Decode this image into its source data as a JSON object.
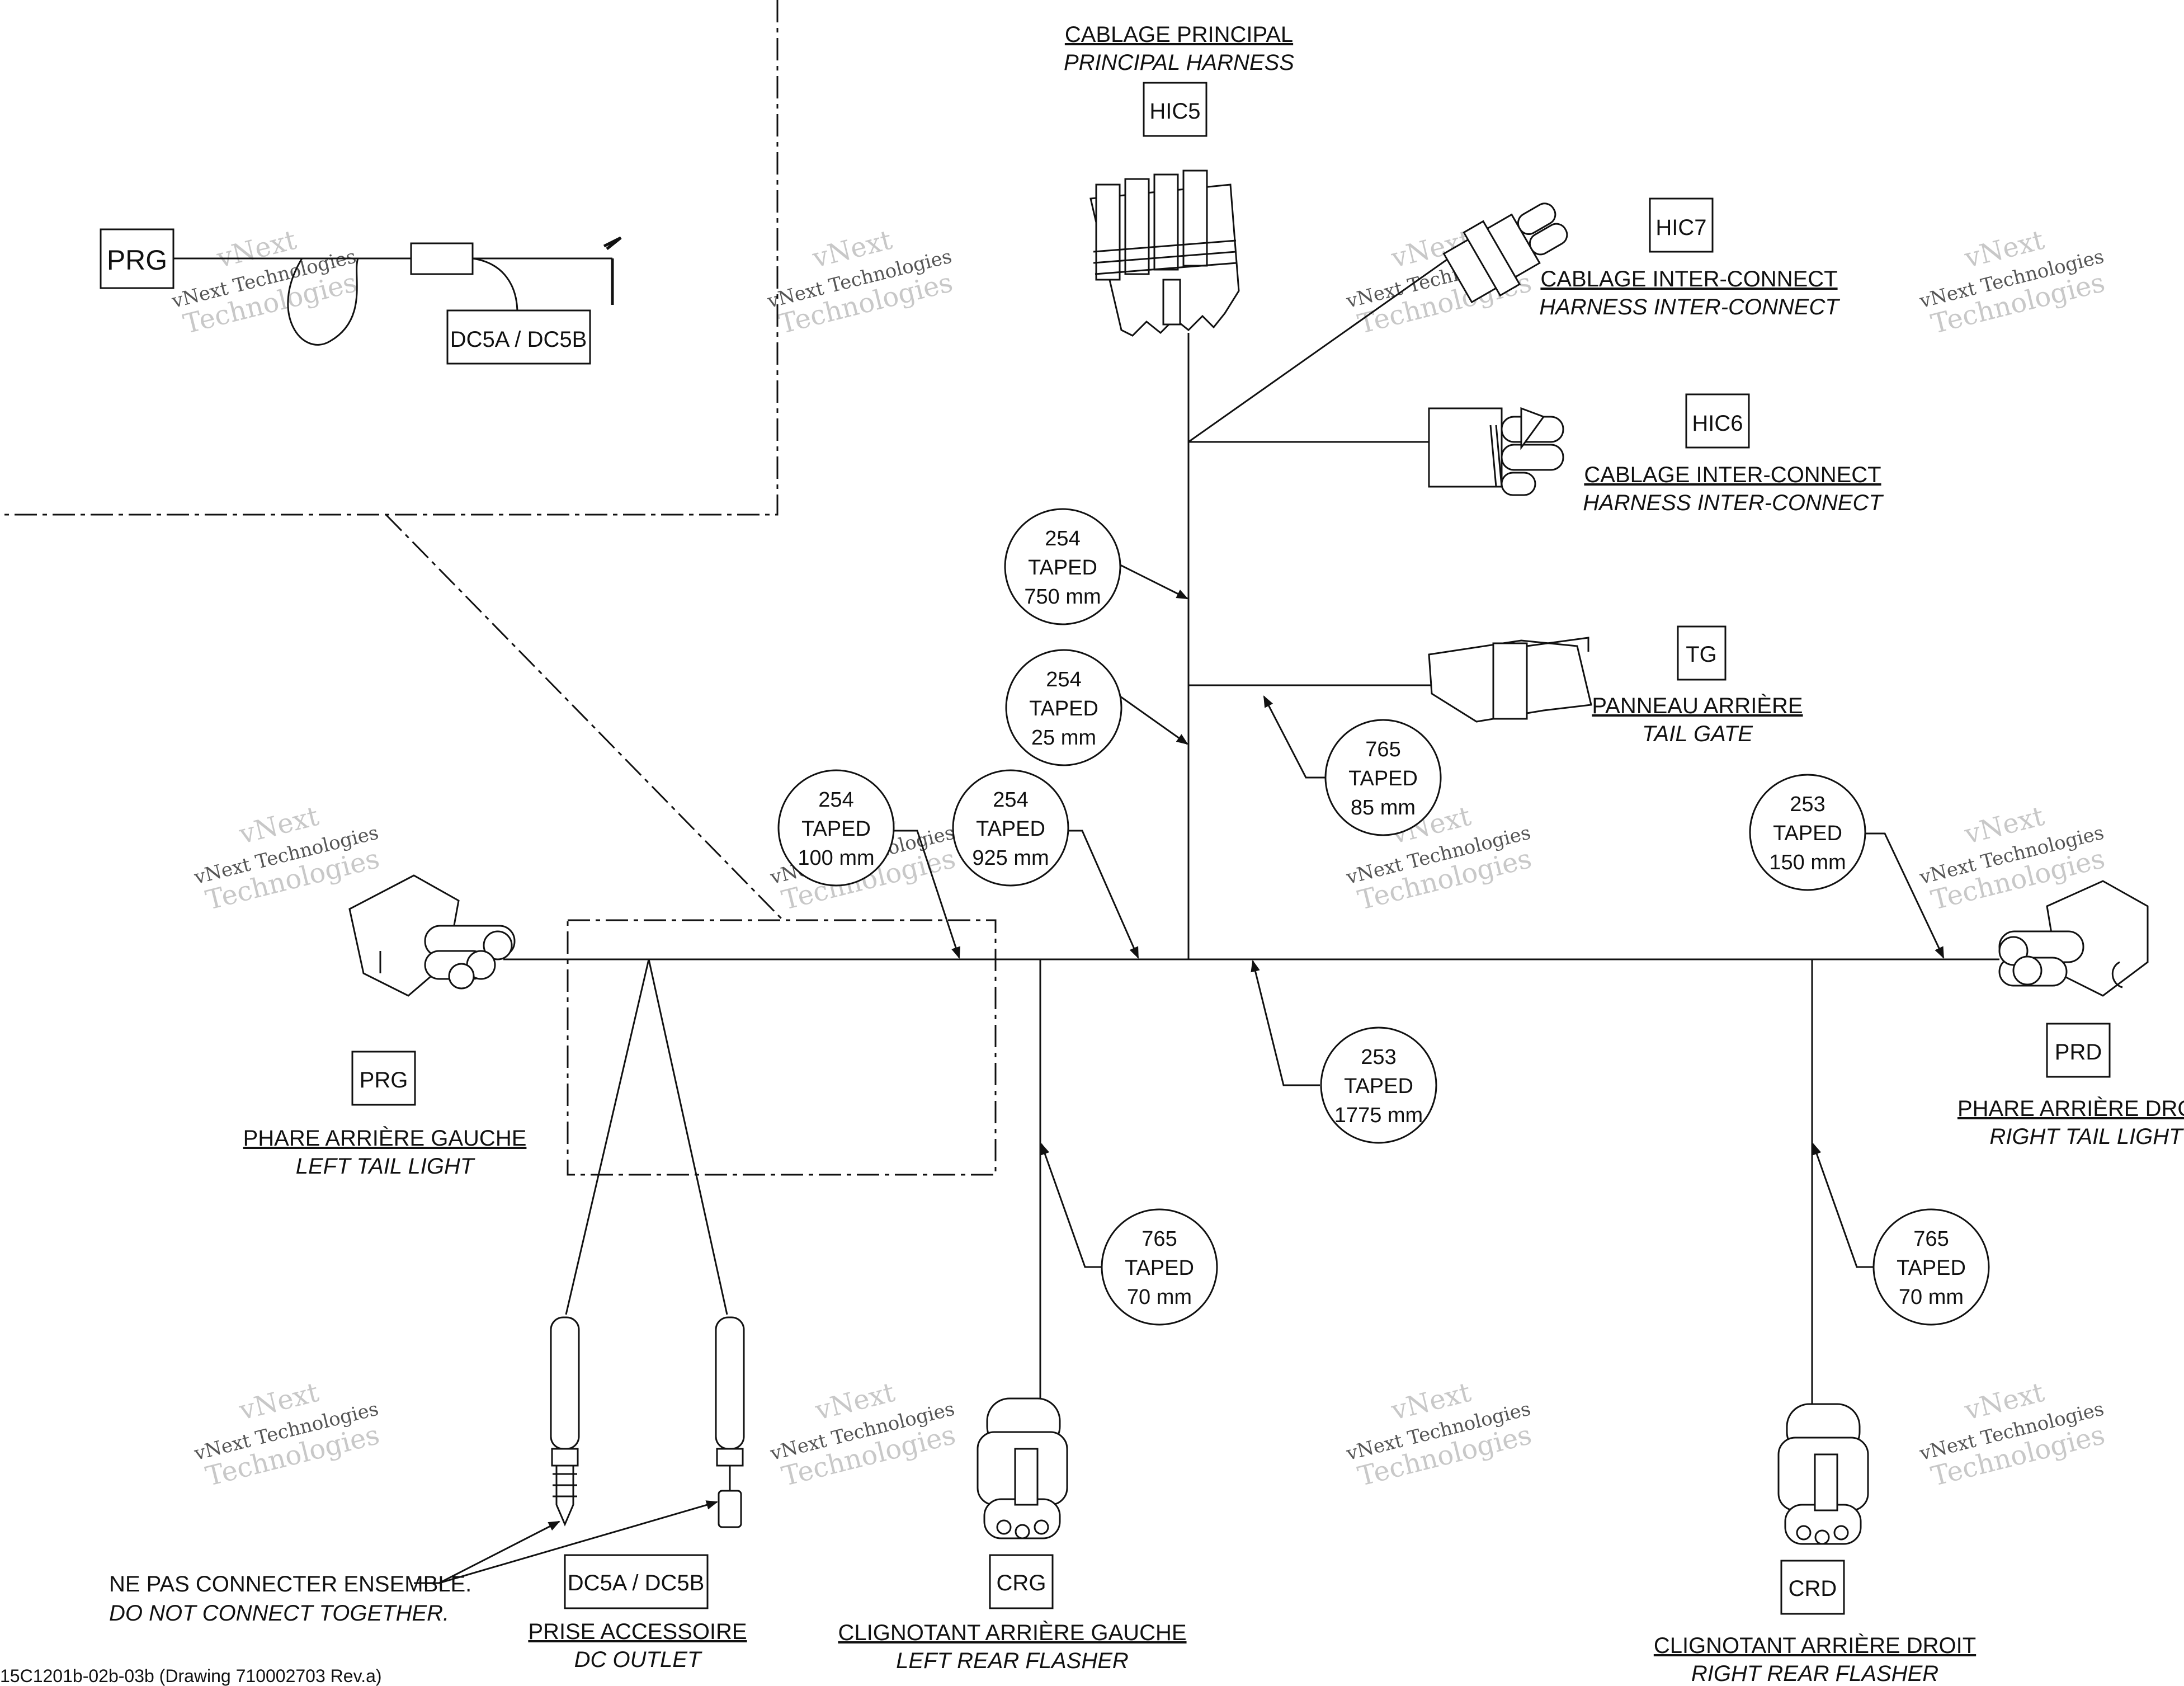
{
  "watermark": {
    "line1": "vNext",
    "line2": "vNext Technologies",
    "line3": "Technologies"
  },
  "detail": {
    "connector_id": "PRG",
    "fuse_id": "DC5A / DC5B"
  },
  "connectors": {
    "hic5": {
      "id": "HIC5",
      "label_fr": "CABLAGE PRINCIPAL",
      "label_en": "PRINCIPAL HARNESS"
    },
    "hic7": {
      "id": "HIC7",
      "label_fr": "CABLAGE INTER-CONNECT",
      "label_en": "HARNESS INTER-CONNECT"
    },
    "hic6": {
      "id": "HIC6",
      "label_fr": "CABLAGE INTER-CONNECT",
      "label_en": "HARNESS INTER-CONNECT"
    },
    "tg": {
      "id": "TG",
      "label_fr": "PANNEAU ARRIÈRE",
      "label_en": "TAIL GATE"
    },
    "prg": {
      "id": "PRG",
      "label_fr": "PHARE ARRIÈRE GAUCHE",
      "label_en": "LEFT TAIL LIGHT"
    },
    "prd": {
      "id": "PRD",
      "label_fr": "PHARE ARRIÈRE DROIT",
      "label_en": "RIGHT TAIL LIGHT"
    },
    "dc": {
      "id": "DC5A / DC5B",
      "label_fr": "PRISE ACCESSOIRE",
      "label_en": "DC OUTLET"
    },
    "crg": {
      "id": "CRG",
      "label_fr": "CLIGNOTANT ARRIÈRE GAUCHE",
      "label_en": "LEFT REAR FLASHER"
    },
    "crd": {
      "id": "CRD",
      "label_fr": "CLIGNOTANT ARRIÈRE DROIT",
      "label_en": "RIGHT REAR FLASHER"
    }
  },
  "tapes": [
    {
      "code": "254",
      "type": "TAPED",
      "length": "750 mm"
    },
    {
      "code": "254",
      "type": "TAPED",
      "length": "25 mm"
    },
    {
      "code": "765",
      "type": "TAPED",
      "length": "85 mm"
    },
    {
      "code": "254",
      "type": "TAPED",
      "length": "100 mm"
    },
    {
      "code": "254",
      "type": "TAPED",
      "length": "925 mm"
    },
    {
      "code": "253",
      "type": "TAPED",
      "length": "150 mm"
    },
    {
      "code": "253",
      "type": "TAPED",
      "length": "1775 mm"
    },
    {
      "code": "765",
      "type": "TAPED",
      "length": "70 mm"
    },
    {
      "code": "765",
      "type": "TAPED",
      "length": "70 mm"
    }
  ],
  "note": {
    "fr": "NE PAS CONNECTER ENSEMBLE.",
    "en": "DO NOT CONNECT TOGETHER."
  },
  "drawing_ref": "15C1201b-02b-03b (Drawing 710002703 Rev.a)"
}
